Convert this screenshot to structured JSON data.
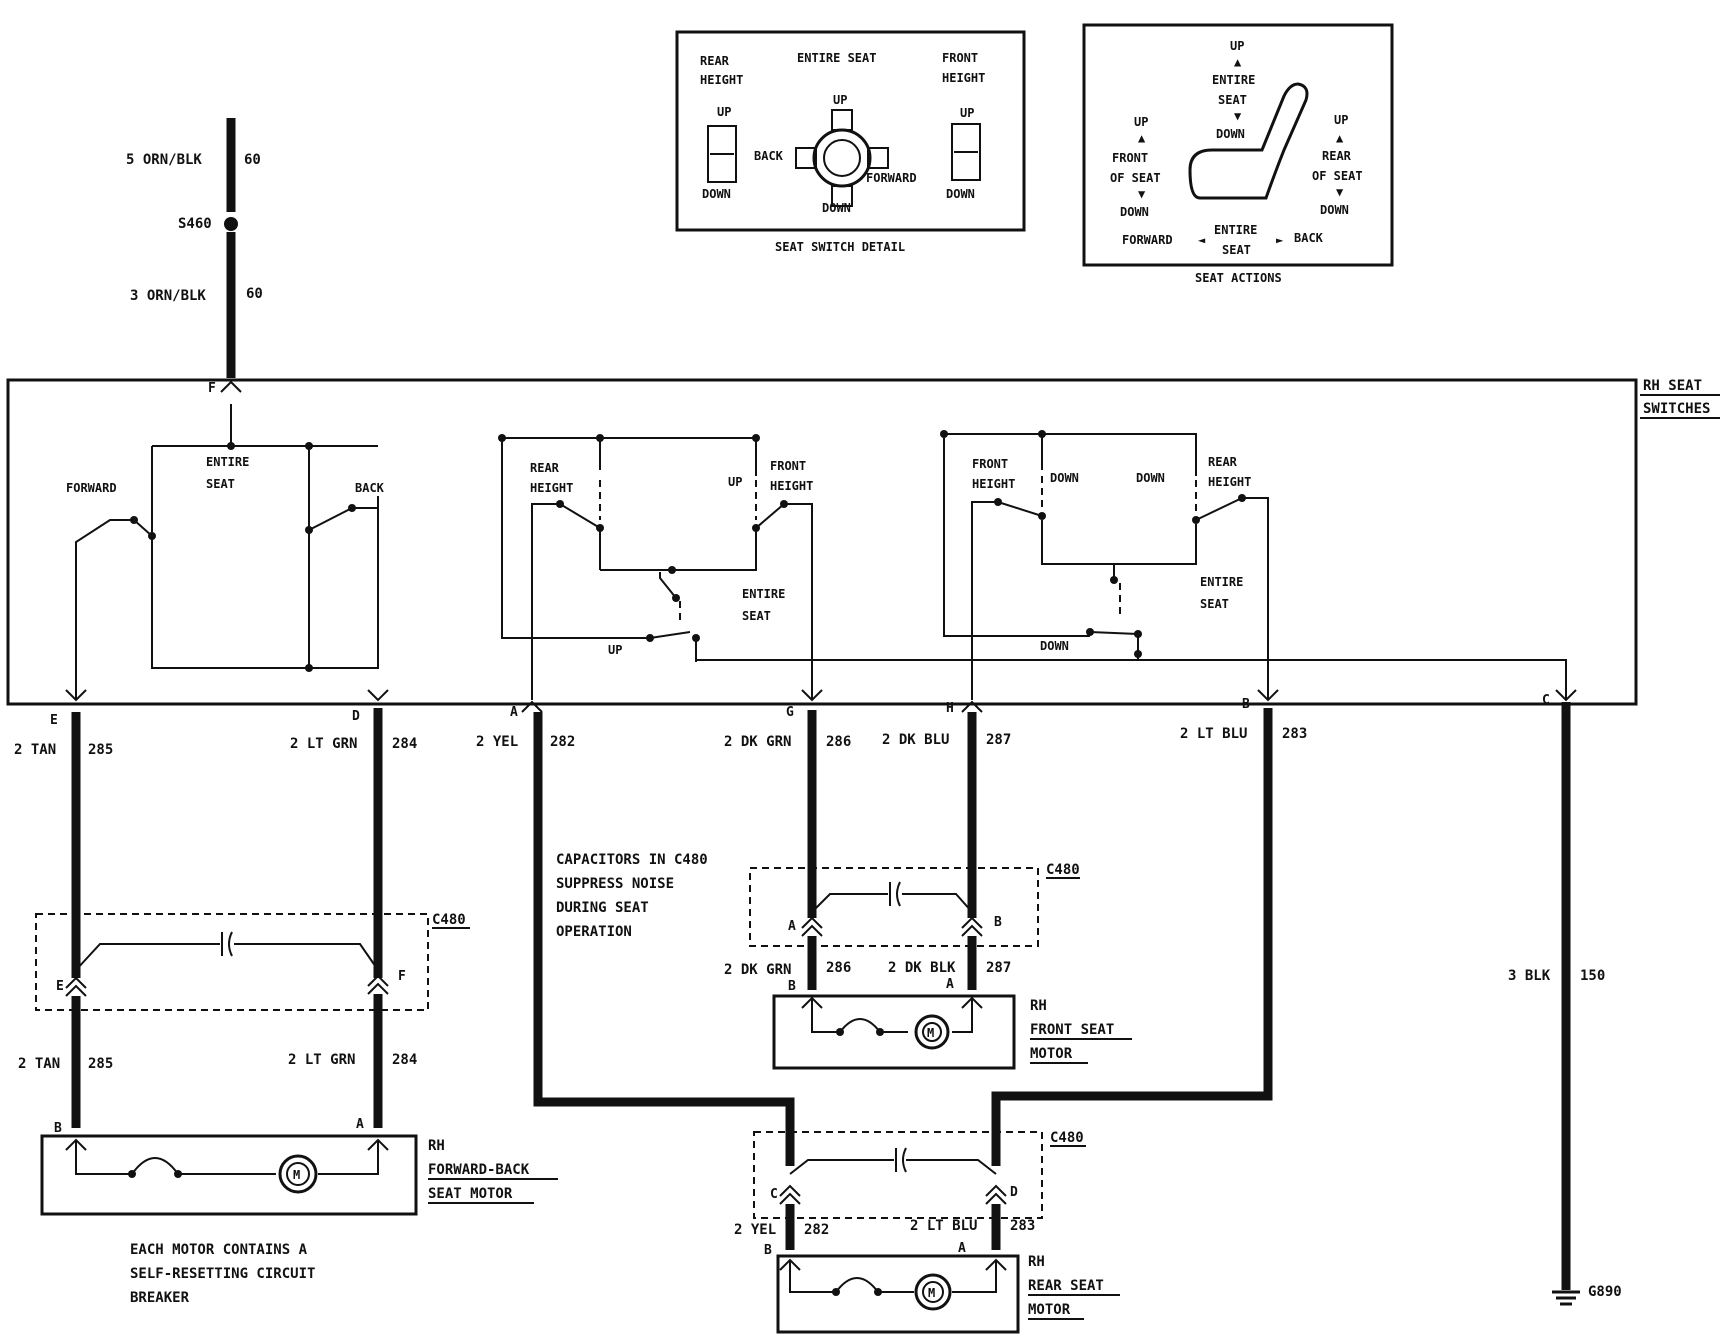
{
  "switch_block": {
    "title_line1": "RH SEAT",
    "title_line2": "SWITCHES"
  },
  "feed": {
    "upper_wire": "5 ORN/BLK",
    "upper_circuit": "60",
    "splice": "S460",
    "lower_wire": "3 ORN/BLK",
    "lower_circuit": "60",
    "terminal": "F"
  },
  "switch_labels": {
    "forward": "FORWARD",
    "entire_seat_1a": "ENTIRE",
    "entire_seat_1b": "SEAT",
    "back": "BACK",
    "rear_height_1a": "REAR",
    "rear_height_1b": "HEIGHT",
    "up_1": "UP",
    "front_height_1a": "FRONT",
    "front_height_1b": "HEIGHT",
    "entire_seat_2a": "ENTIRE",
    "entire_seat_2b": "SEAT",
    "up_bottom": "UP",
    "front_height_2a": "FRONT",
    "front_height_2b": "HEIGHT",
    "down_1": "DOWN",
    "down_2": "DOWN",
    "rear_height_2a": "REAR",
    "rear_height_2b": "HEIGHT",
    "entire_seat_3a": "ENTIRE",
    "entire_seat_3b": "SEAT",
    "down_bottom": "DOWN"
  },
  "switch_detail": {
    "caption": "SEAT SWITCH DETAIL",
    "rear_height_1": "REAR",
    "rear_height_2": "HEIGHT",
    "entire_seat": "ENTIRE SEAT",
    "front_height_1": "FRONT",
    "front_height_2": "HEIGHT",
    "up_left": "UP",
    "down_left": "DOWN",
    "up_center": "UP",
    "back": "BACK",
    "forward": "FORWARD",
    "down_center": "DOWN",
    "up_right": "UP",
    "down_right": "DOWN"
  },
  "seat_actions": {
    "caption": "SEAT ACTIONS",
    "top_up": "UP",
    "top_entire": "ENTIRE",
    "top_seat": "SEAT",
    "top_down": "DOWN",
    "left_up": "UP",
    "left_front": "FRONT",
    "left_of_seat": "OF SEAT",
    "left_down": "DOWN",
    "right_up": "UP",
    "right_rear": "REAR",
    "right_of_seat": "OF SEAT",
    "right_down": "DOWN",
    "bottom_forward": "FORWARD",
    "bottom_entire": "ENTIRE",
    "bottom_seat": "SEAT",
    "bottom_back": "BACK"
  },
  "wires": {
    "e": {
      "pin": "E",
      "color": "2 TAN",
      "circuit": "285"
    },
    "d": {
      "pin": "D",
      "color": "2 LT GRN",
      "circuit": "284"
    },
    "a": {
      "pin": "A",
      "color": "2 YEL",
      "circuit": "282"
    },
    "g": {
      "pin": "G",
      "color": "2 DK GRN",
      "circuit": "286"
    },
    "h": {
      "pin": "H",
      "color": "2 DK BLU",
      "circuit": "287"
    },
    "b": {
      "pin": "B",
      "color": "2 LT BLU",
      "circuit": "283"
    },
    "c": {
      "pin": "C",
      "color": "3 BLK",
      "circuit": "150"
    }
  },
  "capacitor_note": {
    "line1": "CAPACITORS IN C480",
    "line2": "SUPPRESS NOISE",
    "line3": "DURING SEAT",
    "line4": "OPERATION"
  },
  "connector_name": "C480",
  "forward_back": {
    "c480_pin_left": "E",
    "c480_pin_right": "F",
    "lower_left_color": "2 TAN",
    "lower_left_circuit": "285",
    "lower_right_color": "2 LT GRN",
    "lower_right_circuit": "284",
    "motor_pin_left": "B",
    "motor_pin_right": "A",
    "motor_line1": "RH",
    "motor_line2": "FORWARD-BACK",
    "motor_line3": "SEAT MOTOR"
  },
  "front_motor": {
    "c480_pin_left": "A",
    "c480_pin_right": "B",
    "lower_left_color": "2 DK GRN",
    "lower_left_circuit": "286",
    "lower_right_color": "2 DK BLK",
    "lower_right_circuit": "287",
    "motor_pin_left": "B",
    "motor_pin_right": "A",
    "motor_line1": "RH",
    "motor_line2": "FRONT SEAT",
    "motor_line3": "MOTOR"
  },
  "rear_motor": {
    "c480_pin_left": "C",
    "c480_pin_right": "D",
    "lower_left_color": "2 YEL",
    "lower_left_circuit": "282",
    "lower_right_color": "2 LT BLU",
    "lower_right_circuit": "283",
    "motor_pin_left": "B",
    "motor_pin_right": "A",
    "motor_line1": "RH",
    "motor_line2": "REAR SEAT",
    "motor_line3": "MOTOR"
  },
  "breaker_note": {
    "line1": "EACH MOTOR CONTAINS A",
    "line2": "SELF-RESETTING CIRCUIT",
    "line3": "BREAKER"
  },
  "ground": "G890",
  "motor_symbol": "M"
}
